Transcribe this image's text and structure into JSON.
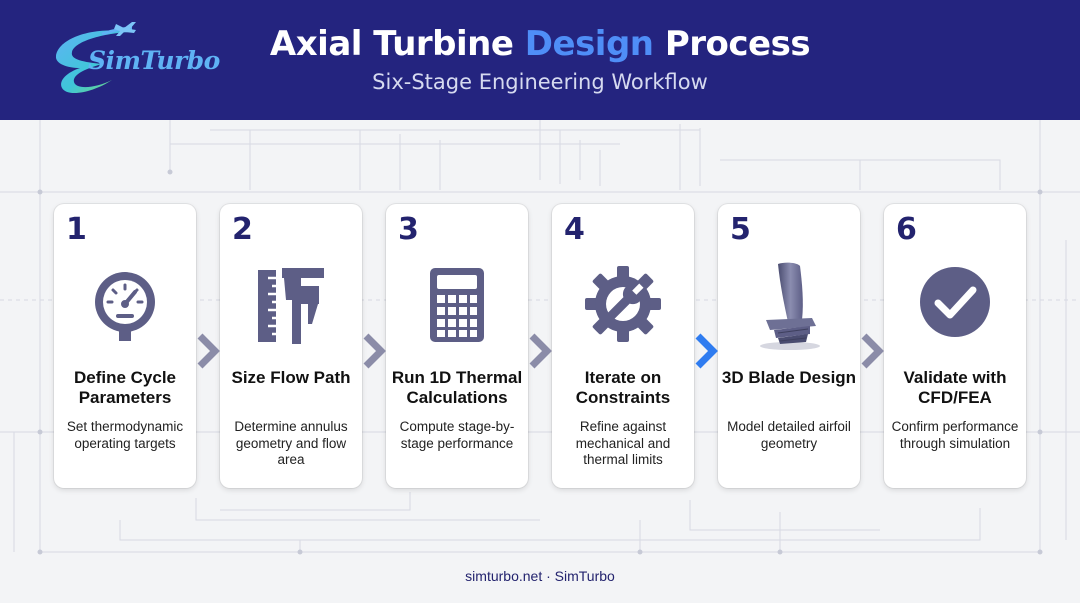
{
  "header": {
    "logo_text": "SimTurbo",
    "title_part1": "Axial Turbine ",
    "title_accent": "Design",
    "title_part2": " Process",
    "subtitle": "Six-Stage Engineering Workflow"
  },
  "colors": {
    "header_bg": "#24247f",
    "accent": "#4f8ef7",
    "icon": "#5d5e86",
    "arrow": "#8b8ca8",
    "arrow_active": "#2f7cf0"
  },
  "steps": [
    {
      "number": "1",
      "title": "Define Cycle Parameters",
      "description": "Set thermodynamic operating targets",
      "icon": "pressure-gauge-icon"
    },
    {
      "number": "2",
      "title": "Size Flow Path",
      "description": "Determine annulus geometry and flow area",
      "icon": "ruler-caliper-icon"
    },
    {
      "number": "3",
      "title": "Run 1D Thermal Calculations",
      "description": "Compute stage-by-stage performance",
      "icon": "calculator-icon"
    },
    {
      "number": "4",
      "title": "Iterate on Constraints",
      "description": "Refine against mechanical and thermal limits",
      "icon": "gear-wrench-icon"
    },
    {
      "number": "5",
      "title": "3D Blade Design",
      "description": "Model detailed airfoil geometry",
      "icon": "turbine-blade-icon"
    },
    {
      "number": "6",
      "title": "Validate with CFD/FEA",
      "description": "Confirm performance through simulation",
      "icon": "check-circle-icon"
    }
  ],
  "footer": {
    "text": "simturbo.net · SimTurbo"
  }
}
